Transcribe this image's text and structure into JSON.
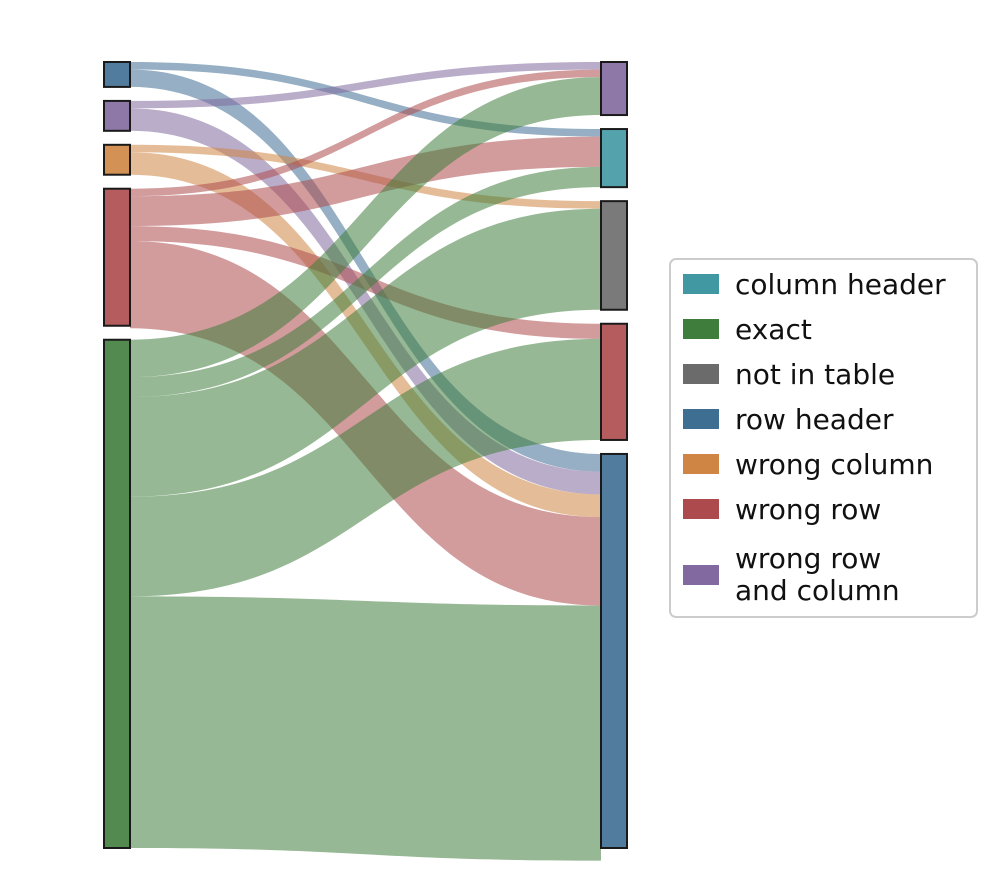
{
  "chart_data": {
    "type": "sankey",
    "title": "",
    "categories": [
      {
        "key": "column_header",
        "label": "column header",
        "color": "#4198a3"
      },
      {
        "key": "exact",
        "label": "exact",
        "color": "#3f7d3c"
      },
      {
        "key": "not_in_table",
        "label": "not in table",
        "color": "#6b6b6b"
      },
      {
        "key": "row_header",
        "label": "row header",
        "color": "#3f6e93"
      },
      {
        "key": "wrong_column",
        "label": "wrong column",
        "color": "#cf8543"
      },
      {
        "key": "wrong_row",
        "label": "wrong row",
        "color": "#ad4a4d"
      },
      {
        "key": "wrong_row_and_column",
        "label": "wrong row\nand column",
        "label_lines": [
          "wrong row",
          "and column"
        ],
        "color": "#82699f"
      }
    ],
    "legend": {
      "position": "center-right"
    },
    "left_nodes": [
      {
        "key": "row_header",
        "value": 1.0
      },
      {
        "key": "wrong_row_and_column",
        "value": 1.2
      },
      {
        "key": "wrong_column",
        "value": 1.2
      },
      {
        "key": "wrong_row",
        "value": 5.5
      },
      {
        "key": "exact",
        "value": 20.4
      }
    ],
    "right_nodes": [
      {
        "key": "wrong_row_and_column",
        "value": 2.1
      },
      {
        "key": "column_header",
        "value": 2.3
      },
      {
        "key": "not_in_table",
        "value": 4.3
      },
      {
        "key": "wrong_row",
        "value": 4.6
      },
      {
        "key": "row_header",
        "value": 15.6
      }
    ],
    "flows": [
      {
        "source": "row_header",
        "target": "column_header",
        "value": 0.3
      },
      {
        "source": "row_header",
        "target": "row_header",
        "value": 0.7
      },
      {
        "source": "wrong_row_and_column",
        "target": "wrong_row_and_column",
        "value": 0.3
      },
      {
        "source": "wrong_row_and_column",
        "target": "row_header",
        "value": 0.9
      },
      {
        "source": "wrong_column",
        "target": "not_in_table",
        "value": 0.3
      },
      {
        "source": "wrong_column",
        "target": "row_header",
        "value": 0.9
      },
      {
        "source": "wrong_row",
        "target": "wrong_row_and_column",
        "value": 0.3
      },
      {
        "source": "wrong_row",
        "target": "column_header",
        "value": 1.2
      },
      {
        "source": "wrong_row",
        "target": "wrong_row",
        "value": 0.6
      },
      {
        "source": "wrong_row",
        "target": "row_header",
        "value": 3.5
      },
      {
        "source": "exact",
        "target": "wrong_row_and_column",
        "value": 1.5
      },
      {
        "source": "exact",
        "target": "column_header",
        "value": 0.8
      },
      {
        "source": "exact",
        "target": "not_in_table",
        "value": 4.0
      },
      {
        "source": "exact",
        "target": "wrong_row",
        "value": 4.0
      },
      {
        "source": "exact",
        "target": "row_header",
        "value": 10.1
      }
    ]
  }
}
